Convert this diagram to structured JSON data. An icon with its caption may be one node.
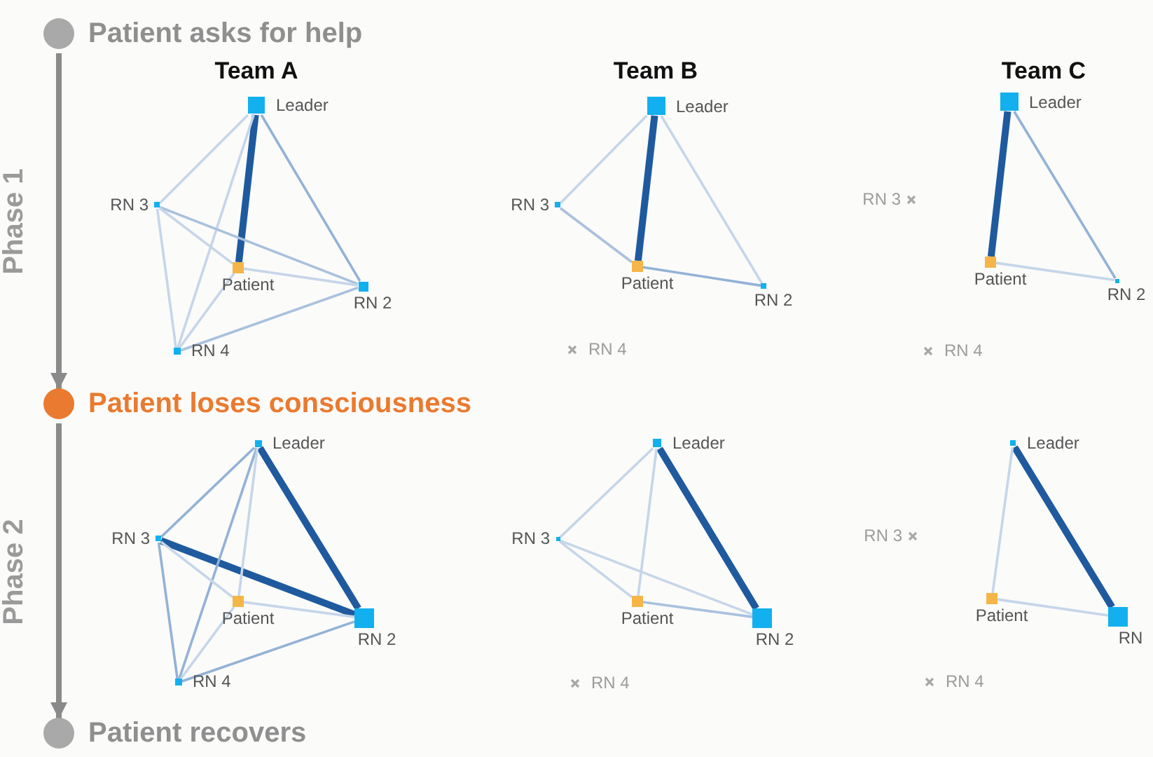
{
  "diagram": {
    "nodes": [
      {
        "text": [
          "Patient asks for help"
        ]
      },
      {
        "text": [
          "Patient loses consciousness"
        ]
      },
      {
        "text": [
          "Patient recovers"
        ]
      },
      {
        "text": [
          "Leader"
        ]
      },
      {
        "text": [
          "RN 3"
        ]
      },
      {
        "text": [
          "Patient"
        ]
      },
      {
        "text": [
          "RN 2"
        ]
      },
      {
        "text": [
          "RN 4"
        ]
      },
      {
        "text": [
          "Leader"
        ]
      },
      {
        "text": [
          "RN 3"
        ]
      },
      {
        "text": [
          "Patient"
        ]
      },
      {
        "text": [
          "RN 2"
        ]
      },
      {
        "text": [
          "RN 4"
        ]
      },
      {
        "text": [
          "Leader"
        ]
      },
      {
        "text": [
          "RN 3"
        ]
      },
      {
        "text": [
          "Patient"
        ]
      },
      {
        "text": [
          "RN 2"
        ]
      },
      {
        "text": [
          "RN 4"
        ]
      },
      {
        "text": [
          "Leader"
        ]
      },
      {
        "text": [
          "RN 3"
        ]
      },
      {
        "text": [
          "Patient"
        ]
      },
      {
        "text": [
          "RN 2"
        ]
      },
      {
        "text": [
          "RN 4"
        ]
      },
      {
        "text": [
          "Leader"
        ]
      },
      {
        "text": [
          "RN 3"
        ]
      },
      {
        "text": [
          "Patient"
        ]
      },
      {
        "text": [
          "RN 2"
        ]
      },
      {
        "text": [
          "RN 4"
        ]
      },
      {
        "text": [
          "Leader"
        ]
      },
      {
        "text": [
          "RN 3"
        ]
      },
      {
        "text": [
          "Patient"
        ]
      },
      {
        "text": [
          "RN"
        ]
      },
      {
        "text": [
          "RN 4"
        ]
      }
    ],
    "edges": [
      {
        "from": 0,
        "to": 1,
        "arrow": "to",
        "label": "Phase 1",
        "style": "thick",
        "color": "#8a8a8a"
      },
      {
        "from": 1,
        "to": 2,
        "arrow": "to",
        "label": "Phase 2",
        "style": "thick",
        "color": "#8a8a8a"
      },
      {
        "from": 3,
        "to": 5,
        "arrow": "none",
        "style": "thick",
        "color": "#1f5a9e"
      },
      {
        "from": 3,
        "to": 6,
        "arrow": "none",
        "color": "#93b2d6"
      },
      {
        "from": 3,
        "to": 4,
        "arrow": "none"
      },
      {
        "from": 3,
        "to": 7,
        "arrow": "none"
      },
      {
        "from": 4,
        "to": 6,
        "arrow": "none",
        "color": "#a9c1de"
      },
      {
        "from": 4,
        "to": 5,
        "arrow": "none"
      },
      {
        "from": 4,
        "to": 7,
        "arrow": "none"
      },
      {
        "from": 5,
        "to": 6,
        "arrow": "none"
      },
      {
        "from": 5,
        "to": 7,
        "arrow": "none"
      },
      {
        "from": 7,
        "to": 6,
        "arrow": "none",
        "color": "#a9c1de"
      },
      {
        "from": 8,
        "to": 10,
        "arrow": "none",
        "style": "thick",
        "color": "#1f5a9e"
      },
      {
        "from": 8,
        "to": 9,
        "arrow": "none"
      },
      {
        "from": 8,
        "to": 11,
        "arrow": "none"
      },
      {
        "from": 9,
        "to": 10,
        "arrow": "none",
        "color": "#a9c1de"
      },
      {
        "from": 10,
        "to": 11,
        "arrow": "none",
        "color": "#93b2d6"
      },
      {
        "from": 13,
        "to": 15,
        "arrow": "none",
        "style": "thick",
        "color": "#1f5a9e"
      },
      {
        "from": 13,
        "to": 16,
        "arrow": "none",
        "color": "#93b2d6"
      },
      {
        "from": 15,
        "to": 16,
        "arrow": "none"
      },
      {
        "from": 18,
        "to": 21,
        "arrow": "none",
        "style": "thick",
        "color": "#1f5a9e"
      },
      {
        "from": 19,
        "to": 21,
        "arrow": "none",
        "style": "thick",
        "color": "#1f5a9e"
      },
      {
        "from": 18,
        "to": 19,
        "arrow": "none",
        "color": "#93b2d6"
      },
      {
        "from": 18,
        "to": 22,
        "arrow": "none",
        "color": "#93b2d6"
      },
      {
        "from": 18,
        "to": 20,
        "arrow": "none"
      },
      {
        "from": 19,
        "to": 22,
        "arrow": "none",
        "color": "#93b2d6"
      },
      {
        "from": 19,
        "to": 20,
        "arrow": "none"
      },
      {
        "from": 20,
        "to": 21,
        "arrow": "none"
      },
      {
        "from": 22,
        "to": 21,
        "arrow": "none",
        "color": "#93b2d6"
      },
      {
        "from": 22,
        "to": 20,
        "arrow": "none"
      },
      {
        "from": 23,
        "to": 26,
        "arrow": "none",
        "style": "thick",
        "color": "#1f5a9e"
      },
      {
        "from": 23,
        "to": 24,
        "arrow": "none"
      },
      {
        "from": 23,
        "to": 25,
        "arrow": "none"
      },
      {
        "from": 24,
        "to": 25,
        "arrow": "none"
      },
      {
        "from": 24,
        "to": 26,
        "arrow": "none"
      },
      {
        "from": 25,
        "to": 26,
        "arrow": "none",
        "color": "#a9c1de"
      },
      {
        "from": 28,
        "to": 31,
        "arrow": "none",
        "style": "thick",
        "color": "#1f5a9e"
      },
      {
        "from": 28,
        "to": 30,
        "arrow": "none"
      },
      {
        "from": 30,
        "to": 31,
        "arrow": "none"
      }
    ],
    "labels": [
      "Team A",
      "Team B",
      "Team C"
    ]
  }
}
